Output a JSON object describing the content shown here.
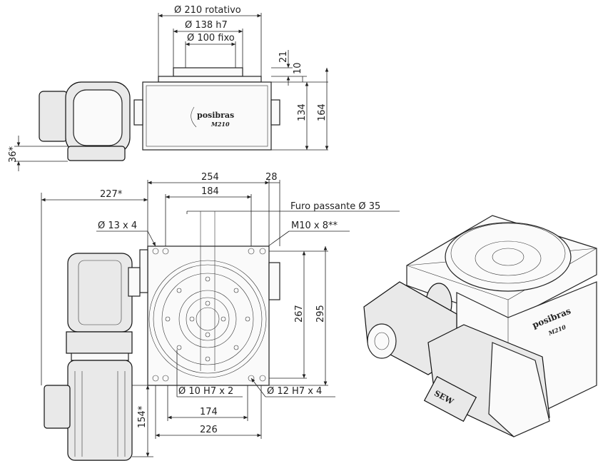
{
  "top_view": {
    "dims": {
      "d_rotativo": "Ø 210 rotativo",
      "d_h7": "Ø 138 h7",
      "d_fixo": "Ø 100 fixo",
      "h21": "21",
      "h10": "10",
      "h134": "134",
      "h164": "164",
      "h36": "36*"
    },
    "brand": "posibras",
    "model": "M210"
  },
  "front_view": {
    "dims": {
      "w254": "254",
      "w28": "28",
      "w227": "227*",
      "w184": "184",
      "furo": "Furo passante Ø 35",
      "d13": "Ø 13 x 4",
      "m10": "M10 x 8**",
      "h267": "267",
      "h295": "295",
      "d10": "Ø 10 H7 x 2",
      "d12": "Ø 12 H7 x 4",
      "w174": "174",
      "w226": "226",
      "h154": "154*"
    }
  },
  "iso_view": {
    "brand": "posibras",
    "model": "M210",
    "motor_brand": "SEW"
  }
}
